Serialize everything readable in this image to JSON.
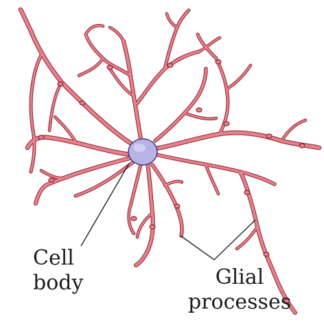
{
  "labels": {
    "cell_body_line1": "Cell",
    "cell_body_line2": "body",
    "glial_line1": "Glial",
    "glial_line2": "processes"
  },
  "colors": {
    "process_fill": "#e7828c",
    "process_outline": "#8c1e2a",
    "cell_body_fill": "#b7b3e6",
    "cell_body_outline": "#4a3c7a",
    "leader_line": "#222222",
    "text": "#1c1c1c"
  }
}
